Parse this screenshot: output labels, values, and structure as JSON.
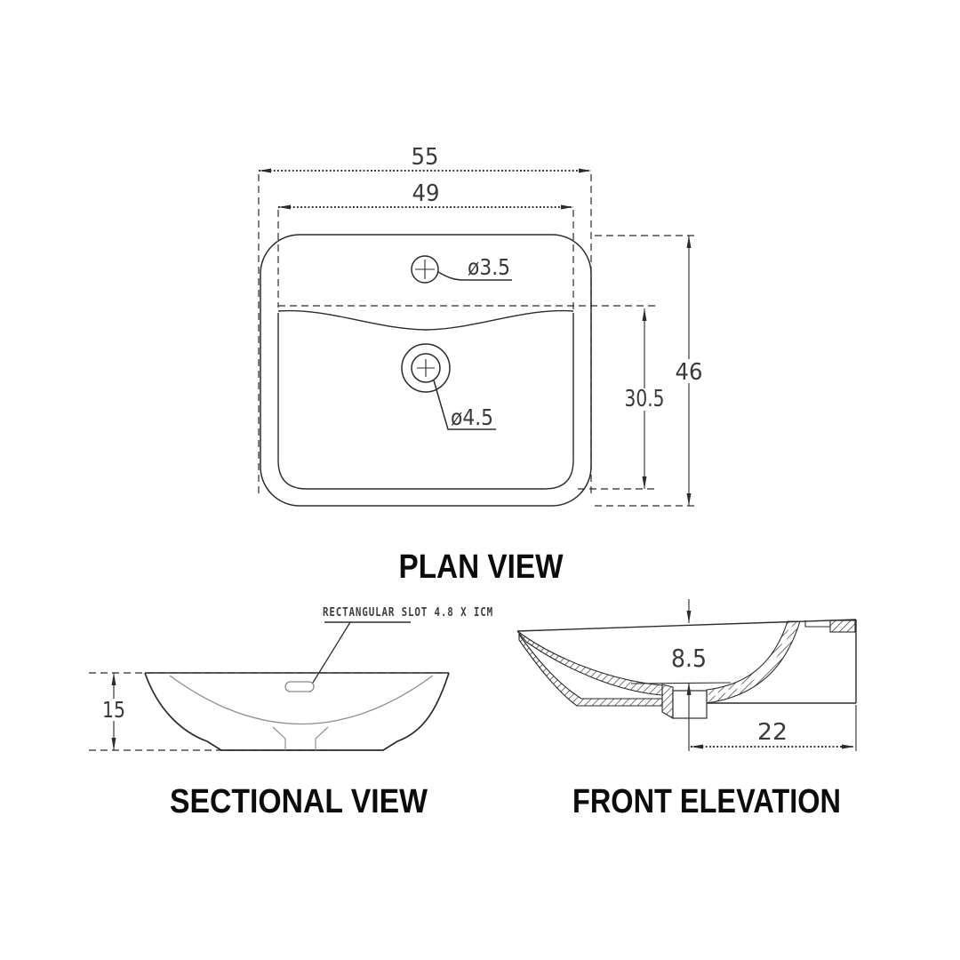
{
  "drawing": {
    "colors": {
      "line": "#2b2b2b",
      "light_line": "#909090",
      "dim_text": "#3a3a3a",
      "title_text": "#0c0c0c",
      "background": "#ffffff"
    },
    "plan": {
      "title": "PLAN VIEW",
      "dims": {
        "overall_width": "55",
        "basin_width": "49",
        "overall_depth": "46",
        "basin_depth": "30.5",
        "tap_hole": "ø3.5",
        "waste_hole": "ø4.5"
      }
    },
    "section": {
      "title": "SECTIONAL VIEW",
      "dims": {
        "height": "15"
      },
      "note": "RECTANGULAR SLOT 4.8 X ICM"
    },
    "front": {
      "title": "FRONT ELEVATION",
      "dims": {
        "bowl_depth": "8.5",
        "base_width": "22"
      }
    }
  }
}
